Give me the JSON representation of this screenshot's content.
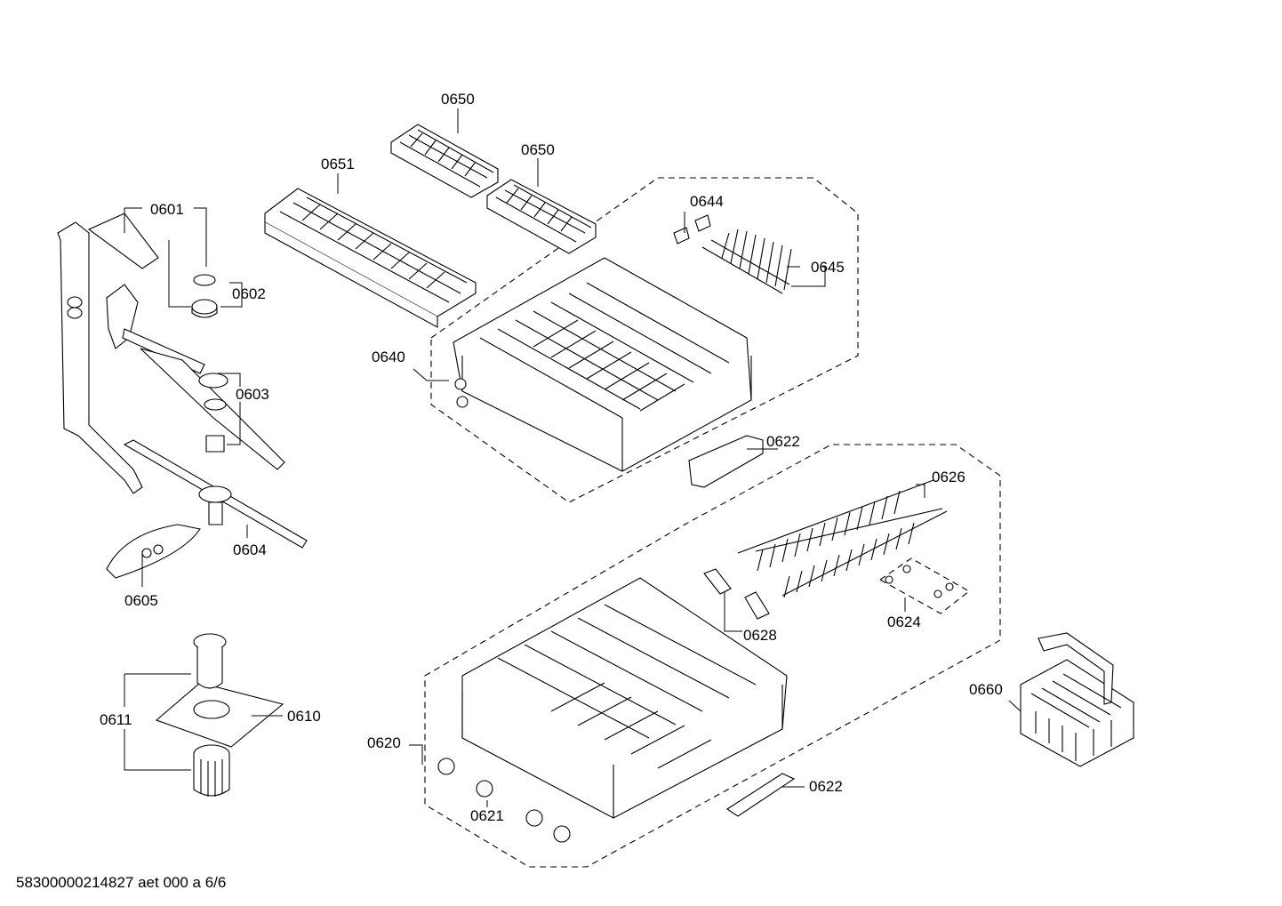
{
  "footer": {
    "document_id": "58300000214827 aet 000 a 6/6"
  },
  "labels": {
    "p0650a": "0650",
    "p0650b": "0650",
    "p0651": "0651",
    "p0601": "0601",
    "p0602": "0602",
    "p0603": "0603",
    "p0604": "0604",
    "p0605": "0605",
    "p0644": "0644",
    "p0645": "0645",
    "p0640": "0640",
    "p0622a": "0622",
    "p0626": "0626",
    "p0628": "0628",
    "p0624": "0624",
    "p0660": "0660",
    "p0611": "0611",
    "p0610": "0610",
    "p0620": "0620",
    "p0621": "0621",
    "p0622b": "0622"
  }
}
